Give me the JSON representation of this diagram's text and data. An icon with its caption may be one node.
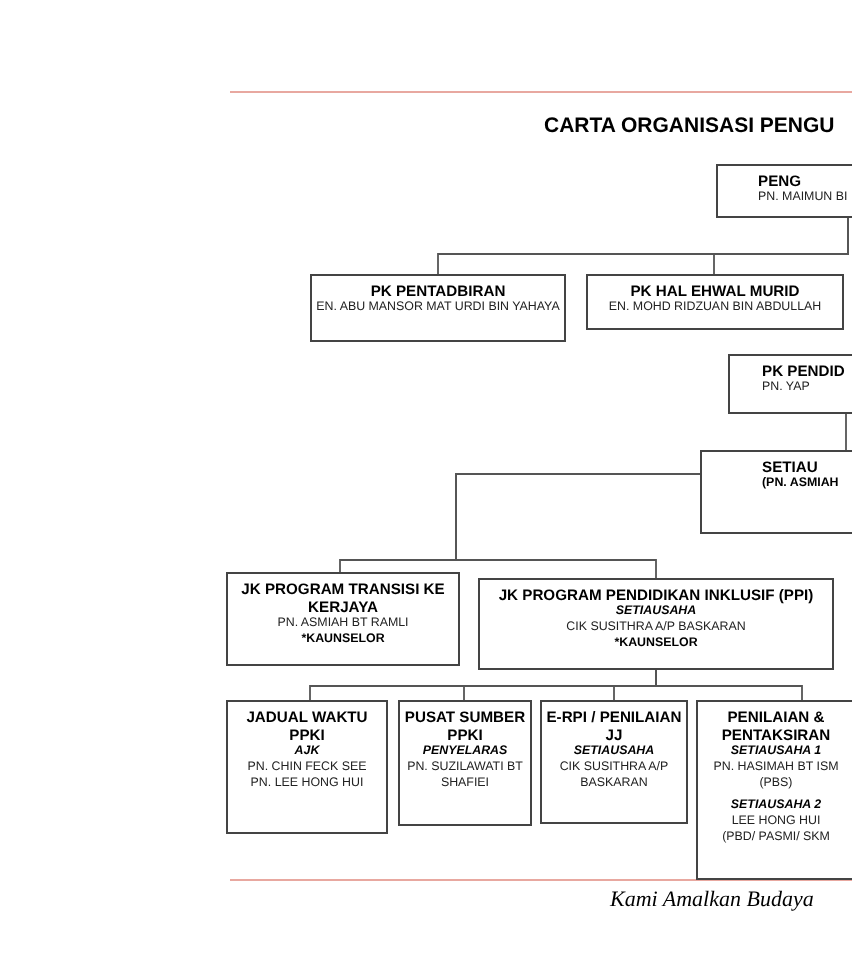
{
  "diagram": {
    "title": "CARTA ORGANISASI PENGU",
    "nodes": [
      {
        "text": [
          "PENG",
          "PN. MAIMUN BI"
        ]
      },
      {
        "text": [
          "PK PENTADBIRAN",
          "EN. ABU MANSOR MAT URDI BIN YAHAYA"
        ]
      },
      {
        "text": [
          "PK HAL EHWAL MURID",
          "EN. MOHD RIDZUAN BIN ABDULLAH"
        ]
      },
      {
        "text": [
          "PK PENDID",
          "PN. YAP"
        ]
      },
      {
        "text": [
          "SETIAU",
          "(PN. ASMIAH"
        ]
      },
      {
        "text": [
          "JK PROGRAM TRANSISI KE KERJAYA",
          "PN. ASMIAH BT RAMLI",
          "*KAUNSELOR"
        ]
      },
      {
        "text": [
          "JK PROGRAM PENDIDIKAN INKLUSIF (PPI)",
          "SETIAUSAHA",
          "CIK SUSITHRA A/P BASKARAN",
          "*KAUNSELOR"
        ]
      },
      {
        "text": [
          "JADUAL WAKTU PPKI",
          "AJK",
          "PN. CHIN FECK SEE",
          "PN. LEE HONG HUI"
        ]
      },
      {
        "text": [
          "PUSAT SUMBER PPKI",
          "PENYELARAS",
          "PN. SUZILAWATI BT SHAFIEI"
        ]
      },
      {
        "text": [
          "E-RPI / PENILAIAN JJ",
          "SETIAUSAHA",
          "CIK SUSITHRA A/P BASKARAN"
        ]
      },
      {
        "text": [
          "PENILAIAN & PENTAKSIRAN",
          "SETIAUSAHA 1",
          "PN. HASIMAH BT ISM",
          "(PBS)",
          "SETIAUSAHA 2",
          "LEE HONG HUI",
          "(PBD/ PASMI/ SKM"
        ]
      }
    ],
    "edges": [
      {
        "from": 0,
        "to": 1,
        "arrow": "none"
      },
      {
        "from": 0,
        "to": 2,
        "arrow": "none"
      },
      {
        "from": 3,
        "to": 4,
        "arrow": "none"
      },
      {
        "from": 4,
        "to": 5,
        "arrow": "none"
      },
      {
        "from": 4,
        "to": 6,
        "arrow": "none"
      },
      {
        "from": 6,
        "to": 7,
        "arrow": "none"
      },
      {
        "from": 6,
        "to": 8,
        "arrow": "none"
      },
      {
        "from": 6,
        "to": 9,
        "arrow": "none"
      },
      {
        "from": 6,
        "to": 10,
        "arrow": "none"
      }
    ],
    "labels": [
      "Kami Amalkan Budaya"
    ]
  }
}
